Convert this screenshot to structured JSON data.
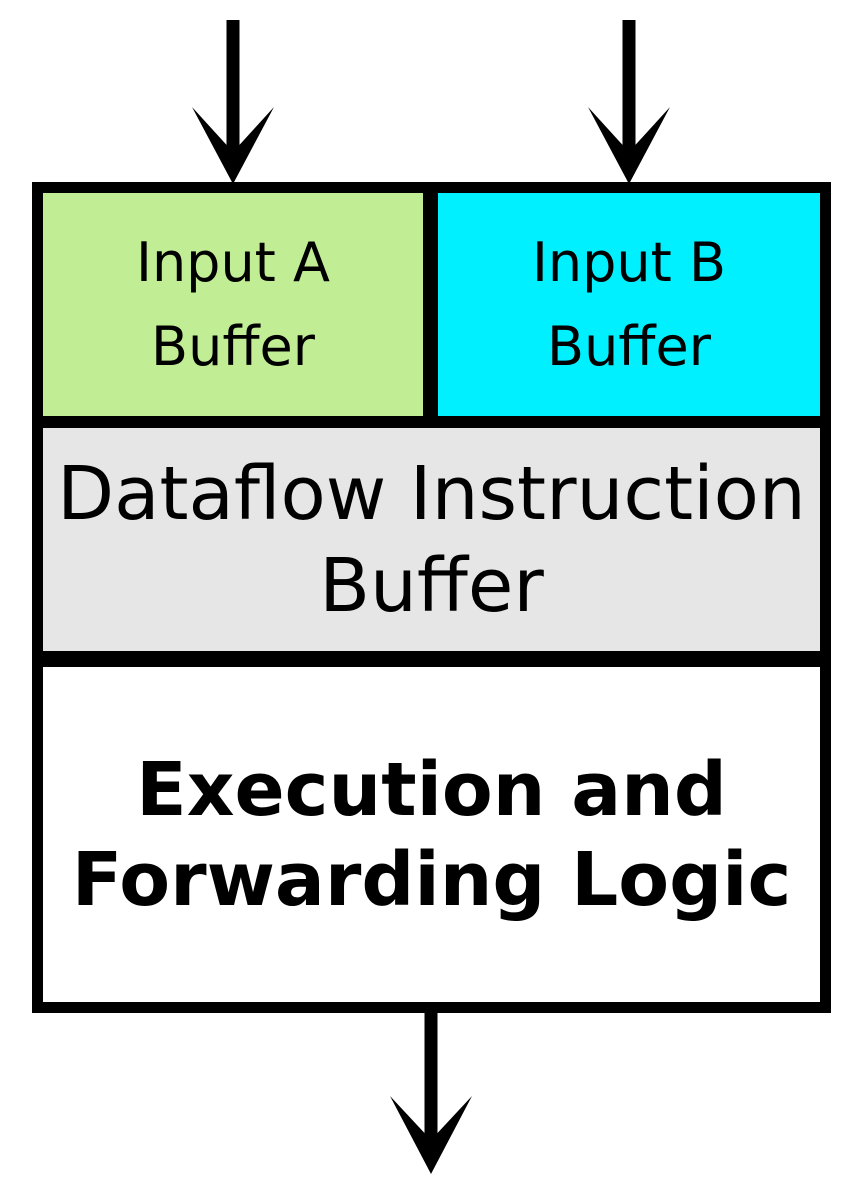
{
  "diagram": {
    "boxes": {
      "input_a": {
        "label": "Input A\nBuffer",
        "bg": "#c1ee94"
      },
      "input_b": {
        "label": "Input B\nBuffer",
        "bg": "#00f0ff"
      },
      "dataflow": {
        "label": "Dataflow Instruction\nBuffer",
        "bg": "#e6e6e6"
      },
      "execution": {
        "label": "Execution and\nForwarding Logic",
        "bg": "#ffffff"
      }
    },
    "arrows": {
      "input_a_arrow": "down-arrow-icon",
      "input_b_arrow": "down-arrow-icon",
      "output_arrow": "down-arrow-icon"
    },
    "colors": {
      "border": "#000000",
      "arrow": "#000000",
      "text": "#000000"
    }
  }
}
